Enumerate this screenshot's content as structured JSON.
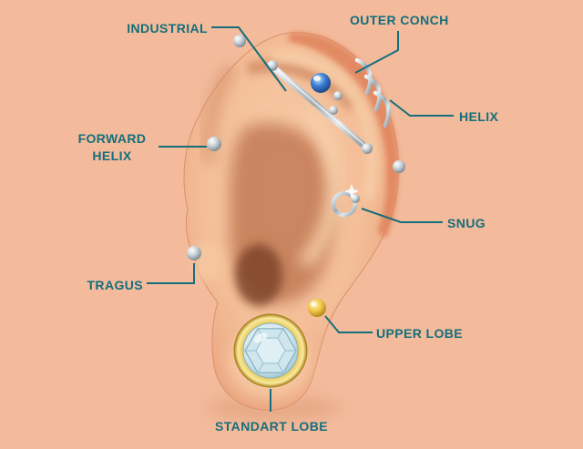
{
  "diagram": {
    "subject": "ear piercing types",
    "labels": [
      {
        "id": "industrial",
        "text": "INDUSTRIAL"
      },
      {
        "id": "outer-conch",
        "text": "OUTER CONCH"
      },
      {
        "id": "helix",
        "text": "HELIX"
      },
      {
        "id": "forward-helix",
        "text": "FORWARD HELIX"
      },
      {
        "id": "snug",
        "text": "SNUG"
      },
      {
        "id": "tragus",
        "text": "TRAGUS"
      },
      {
        "id": "upper-lobe",
        "text": "UPPER LOBE"
      },
      {
        "id": "standart-lobe",
        "text": "STANDART LOBE"
      }
    ],
    "jewelry": [
      {
        "name": "industrial-barbell-icon"
      },
      {
        "name": "blue-gem-stud-icon"
      },
      {
        "name": "helix-rings-icon"
      },
      {
        "name": "forward-helix-ball-icon"
      },
      {
        "name": "snug-ring-icon"
      },
      {
        "name": "tragus-ball-icon"
      },
      {
        "name": "upper-lobe-gold-stud-icon"
      },
      {
        "name": "standart-lobe-gem-icon"
      }
    ],
    "colors": {
      "background": "#f3bb9c",
      "label_text": "#156e7b",
      "pointer_line": "#156e7b",
      "skin_light": "#f7cda9",
      "skin_mid": "#f2b891",
      "skin_shadow": "#c07450",
      "helix_rim_red": "#e0835c",
      "silver": "#cfd6da",
      "gold": "#eec94f",
      "blue_gem": "#3e7fd6",
      "lobe_gem": "#cfe6ee"
    }
  }
}
